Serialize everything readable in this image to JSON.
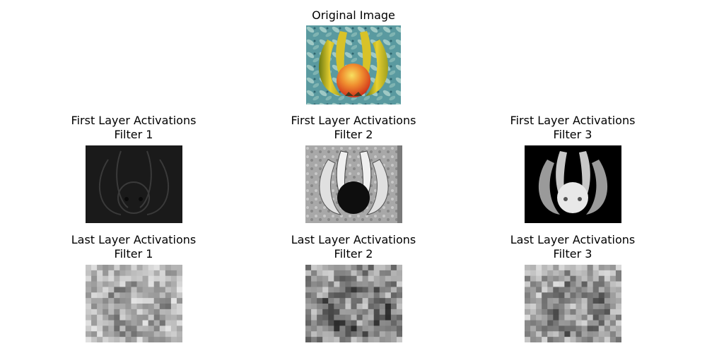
{
  "figure": {
    "original": {
      "title": "Original Image"
    },
    "first_layer": [
      {
        "title": "First Layer Activations\nFilter 1"
      },
      {
        "title": "First Layer Activations\nFilter 2"
      },
      {
        "title": "First Layer Activations\nFilter 3"
      }
    ],
    "last_layer": [
      {
        "title": "Last Layer Activations\nFilter 1"
      },
      {
        "title": "Last Layer Activations\nFilter 2"
      },
      {
        "title": "Last Layer Activations\nFilter 3"
      }
    ]
  }
}
